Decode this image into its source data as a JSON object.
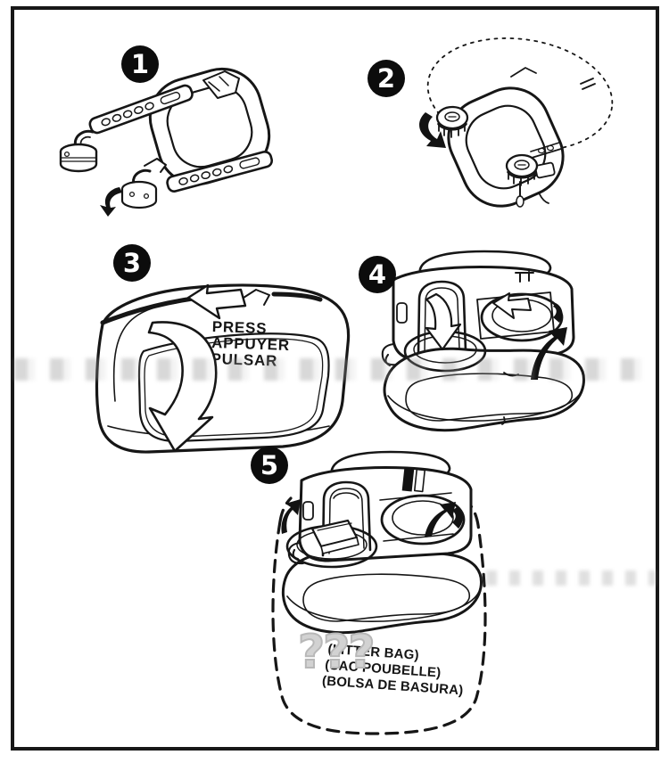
{
  "page": {
    "type": "product-instruction-sheet",
    "background": "#ffffff",
    "ink": "#1a1a1a",
    "border_color": "#181818"
  },
  "steps": [
    {
      "number": "1"
    },
    {
      "number": "2"
    },
    {
      "number": "3"
    },
    {
      "number": "4"
    },
    {
      "number": "5"
    }
  ],
  "step3": {
    "press_label_lines": [
      "PRESS",
      "APPUYER",
      "PULSAR"
    ]
  },
  "step5": {
    "litter_bag_label_lines": [
      "(LITTER BAG)",
      "(SAC POUBELLE)",
      "(BOLSA DE BASURA)"
    ]
  },
  "watermark": {
    "question_marks": "???"
  }
}
